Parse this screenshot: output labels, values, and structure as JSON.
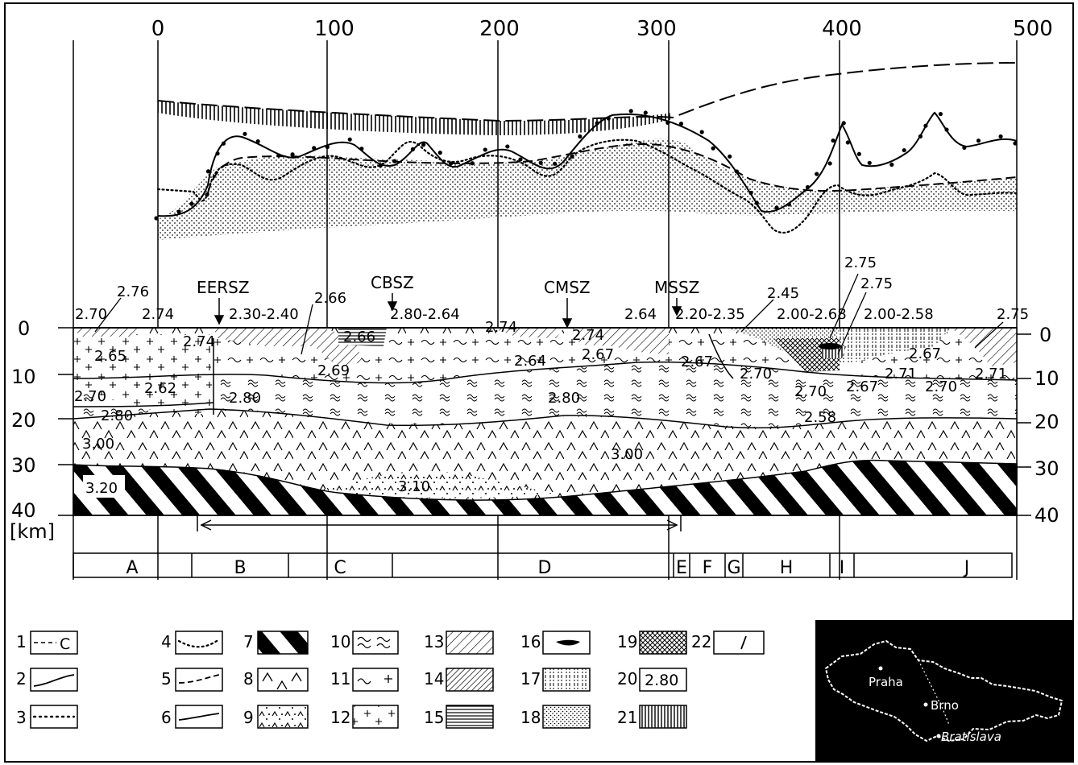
{
  "x_axis_ticks": [
    "0",
    "100",
    "200",
    "300",
    "400",
    "500"
  ],
  "depth_ticks": [
    "0",
    "10",
    "20",
    "30",
    "40"
  ],
  "depth_unit": "[km]",
  "zones": [
    "EERSZ",
    "CBSZ",
    "CMSZ",
    "MSSZ"
  ],
  "density_labels": {
    "d276": "2.76",
    "d270a": "2.70",
    "d274a": "2.74",
    "d230_240": "2.30-2.40",
    "d266a": "2.66",
    "d280_264": "2.80-2.64",
    "d274b": "2.74",
    "d264a": "2.64",
    "d220_235": "2.20-2.35",
    "d245": "2.45",
    "d275a": "2.75",
    "d275b": "2.75",
    "d200_268": "2.00-2.68",
    "d200_258": "2.00-2.58",
    "d275c": "2.75",
    "d265": "2.65",
    "d274c": "2.74",
    "d262": "2.62",
    "d269": "2.69",
    "d266b": "2.66",
    "d264b": "2.64",
    "d274d": "2.74",
    "d267a": "2.67",
    "d267b": "2.67",
    "d270b": "2.70",
    "d270c": "2.70",
    "d267c": "2.67",
    "d267d": "2.67",
    "d271a": "2.71",
    "d271b": "2.71",
    "d270d": "2.70",
    "d280a": "2.80",
    "d280b": "2.80",
    "d280c": "2.80",
    "d258": "2.58",
    "d300a": "3.00",
    "d300b": "3.00",
    "d310": "3.10",
    "d320": "3.20"
  },
  "units": [
    "A",
    "B",
    "C",
    "D",
    "E",
    "F",
    "G",
    "H",
    "I",
    "J"
  ],
  "legend": {
    "n1": "1",
    "t1": "C",
    "n2": "2",
    "n3": "3",
    "n4": "4",
    "n5": "5",
    "n6": "6",
    "n7": "7",
    "n8": "8",
    "n9": "9",
    "n10": "10",
    "n11": "11",
    "n12": "12",
    "n13": "13",
    "n14": "14",
    "n15": "15",
    "n16": "16",
    "n17": "17",
    "n18": "18",
    "n19": "19",
    "n20": "20",
    "t20": "2.80",
    "n21": "21",
    "n22": "22"
  },
  "inset_map": {
    "cities": [
      "Praha",
      "Brno",
      "Bratislava"
    ]
  }
}
